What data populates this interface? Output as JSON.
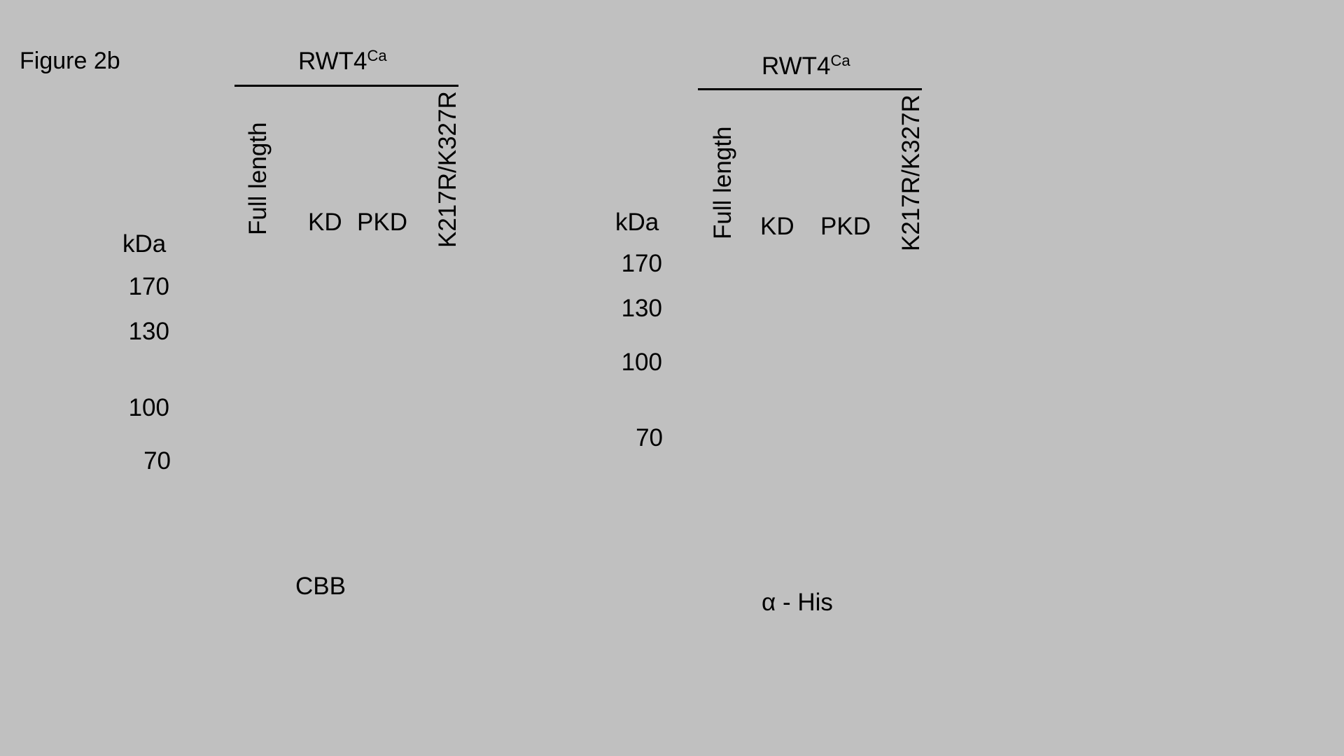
{
  "figure_title": "Figure 2b",
  "panels": [
    {
      "construct": "RWT4",
      "construct_superscript": "Ca",
      "lanes": {
        "full_length": "Full length",
        "kd": "KD",
        "pkd": "PKD",
        "mutant": "K217R/K327R"
      },
      "unit": "kDa",
      "markers": [
        "170",
        "130",
        "100",
        "70"
      ],
      "stain": "CBB"
    },
    {
      "construct": "RWT4",
      "construct_superscript": "Ca",
      "lanes": {
        "full_length": "Full length",
        "kd": "KD",
        "pkd": "PKD",
        "mutant": "K217R/K327R"
      },
      "unit": "kDa",
      "markers": [
        "170",
        "130",
        "100",
        "70"
      ],
      "stain": "α - His"
    }
  ]
}
